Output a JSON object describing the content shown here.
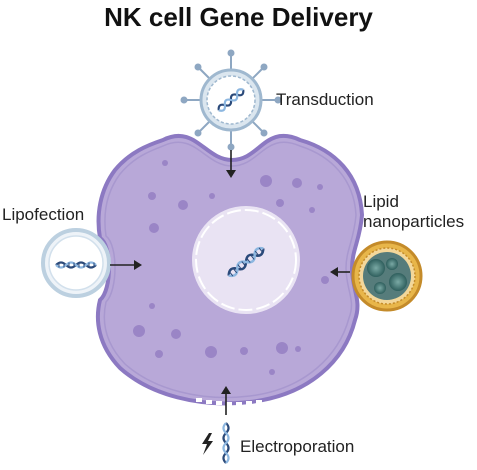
{
  "title": "NK cell Gene Delivery",
  "labels": {
    "transduction": "Transduction",
    "lipofection": "Lipofection",
    "lipid_line1": "Lipid",
    "lipid_line2": "nanoparticles",
    "electroporation": "Electroporation"
  },
  "colors": {
    "cell_fill": "#b8a8d8",
    "cell_stroke": "#8c79c2",
    "nucleus_fill": "#e9e3f3",
    "vesicle": "#bcd0e0",
    "dna_dark": "#2b4a7a",
    "dna_light": "#8db7e0",
    "nanoparticle_shell": "#d4a23a",
    "nanoparticle_core": "#3b6b6a"
  },
  "icons": [
    "dna-icon",
    "lightning-bolt-icon",
    "arrow-icon",
    "virus-icon"
  ]
}
